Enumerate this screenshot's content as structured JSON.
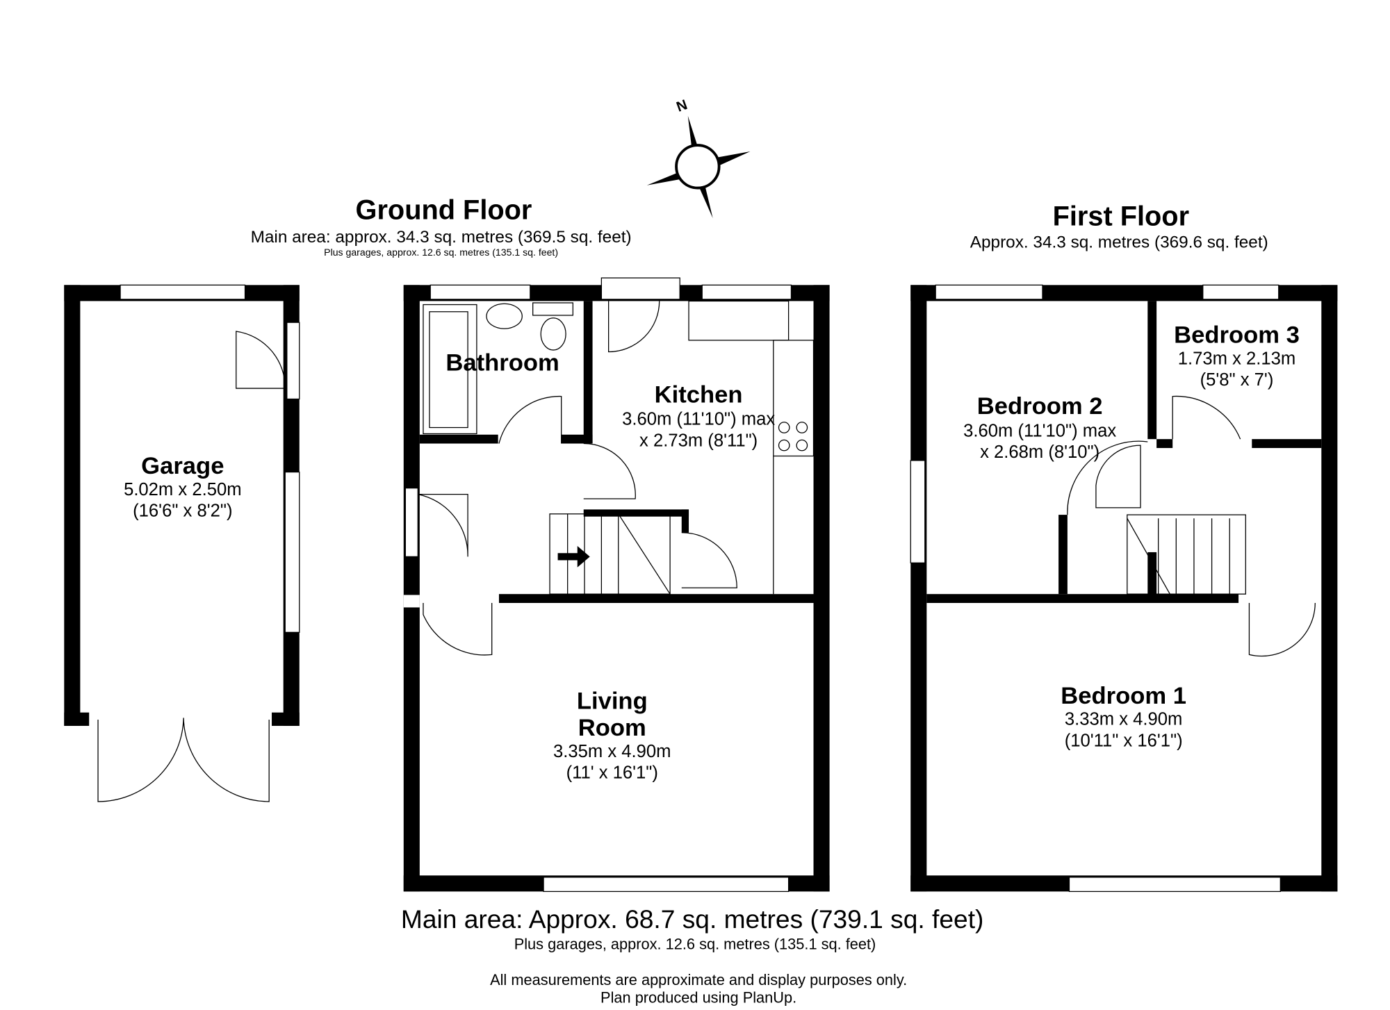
{
  "compass": {
    "label": "N"
  },
  "ground_floor": {
    "title": "Ground Floor",
    "area": "Main area: approx. 34.3 sq. metres (369.5 sq. feet)",
    "garage_area": "Plus garages, approx. 12.6 sq. metres (135.1 sq. feet)",
    "rooms": [
      {
        "name": "Garage",
        "dim1": "5.02m x 2.50m",
        "dim2": "(16'6\" x 8'2\")"
      },
      {
        "name": "Bathroom"
      },
      {
        "name": "Kitchen",
        "dim1": "3.60m (11'10\") max",
        "dim2": "x 2.73m (8'11\")"
      },
      {
        "name": "Living",
        "name2": "Room",
        "dim1": "3.35m x 4.90m",
        "dim2": "(11' x 16'1\")"
      }
    ]
  },
  "first_floor": {
    "title": "First Floor",
    "area": "Approx. 34.3 sq. metres (369.6 sq. feet)",
    "rooms": [
      {
        "name": "Bedroom 3",
        "dim1": "1.73m x 2.13m",
        "dim2": "(5'8\" x 7')"
      },
      {
        "name": "Bedroom 2",
        "dim1": "3.60m (11'10\") max",
        "dim2": "x 2.68m (8'10\")"
      },
      {
        "name": "Bedroom 1",
        "dim1": "3.33m x 4.90m",
        "dim2": "(10'11\" x 16'1\")"
      }
    ]
  },
  "footer": {
    "total_area": "Main area: Approx. 68.7 sq. metres (739.1 sq. feet)",
    "garage_area": "Plus garages, approx. 12.6 sq. metres (135.1 sq. feet)",
    "disclaimer": "All measurements are approximate and display purposes only.",
    "credit": "Plan produced using PlanUp."
  }
}
